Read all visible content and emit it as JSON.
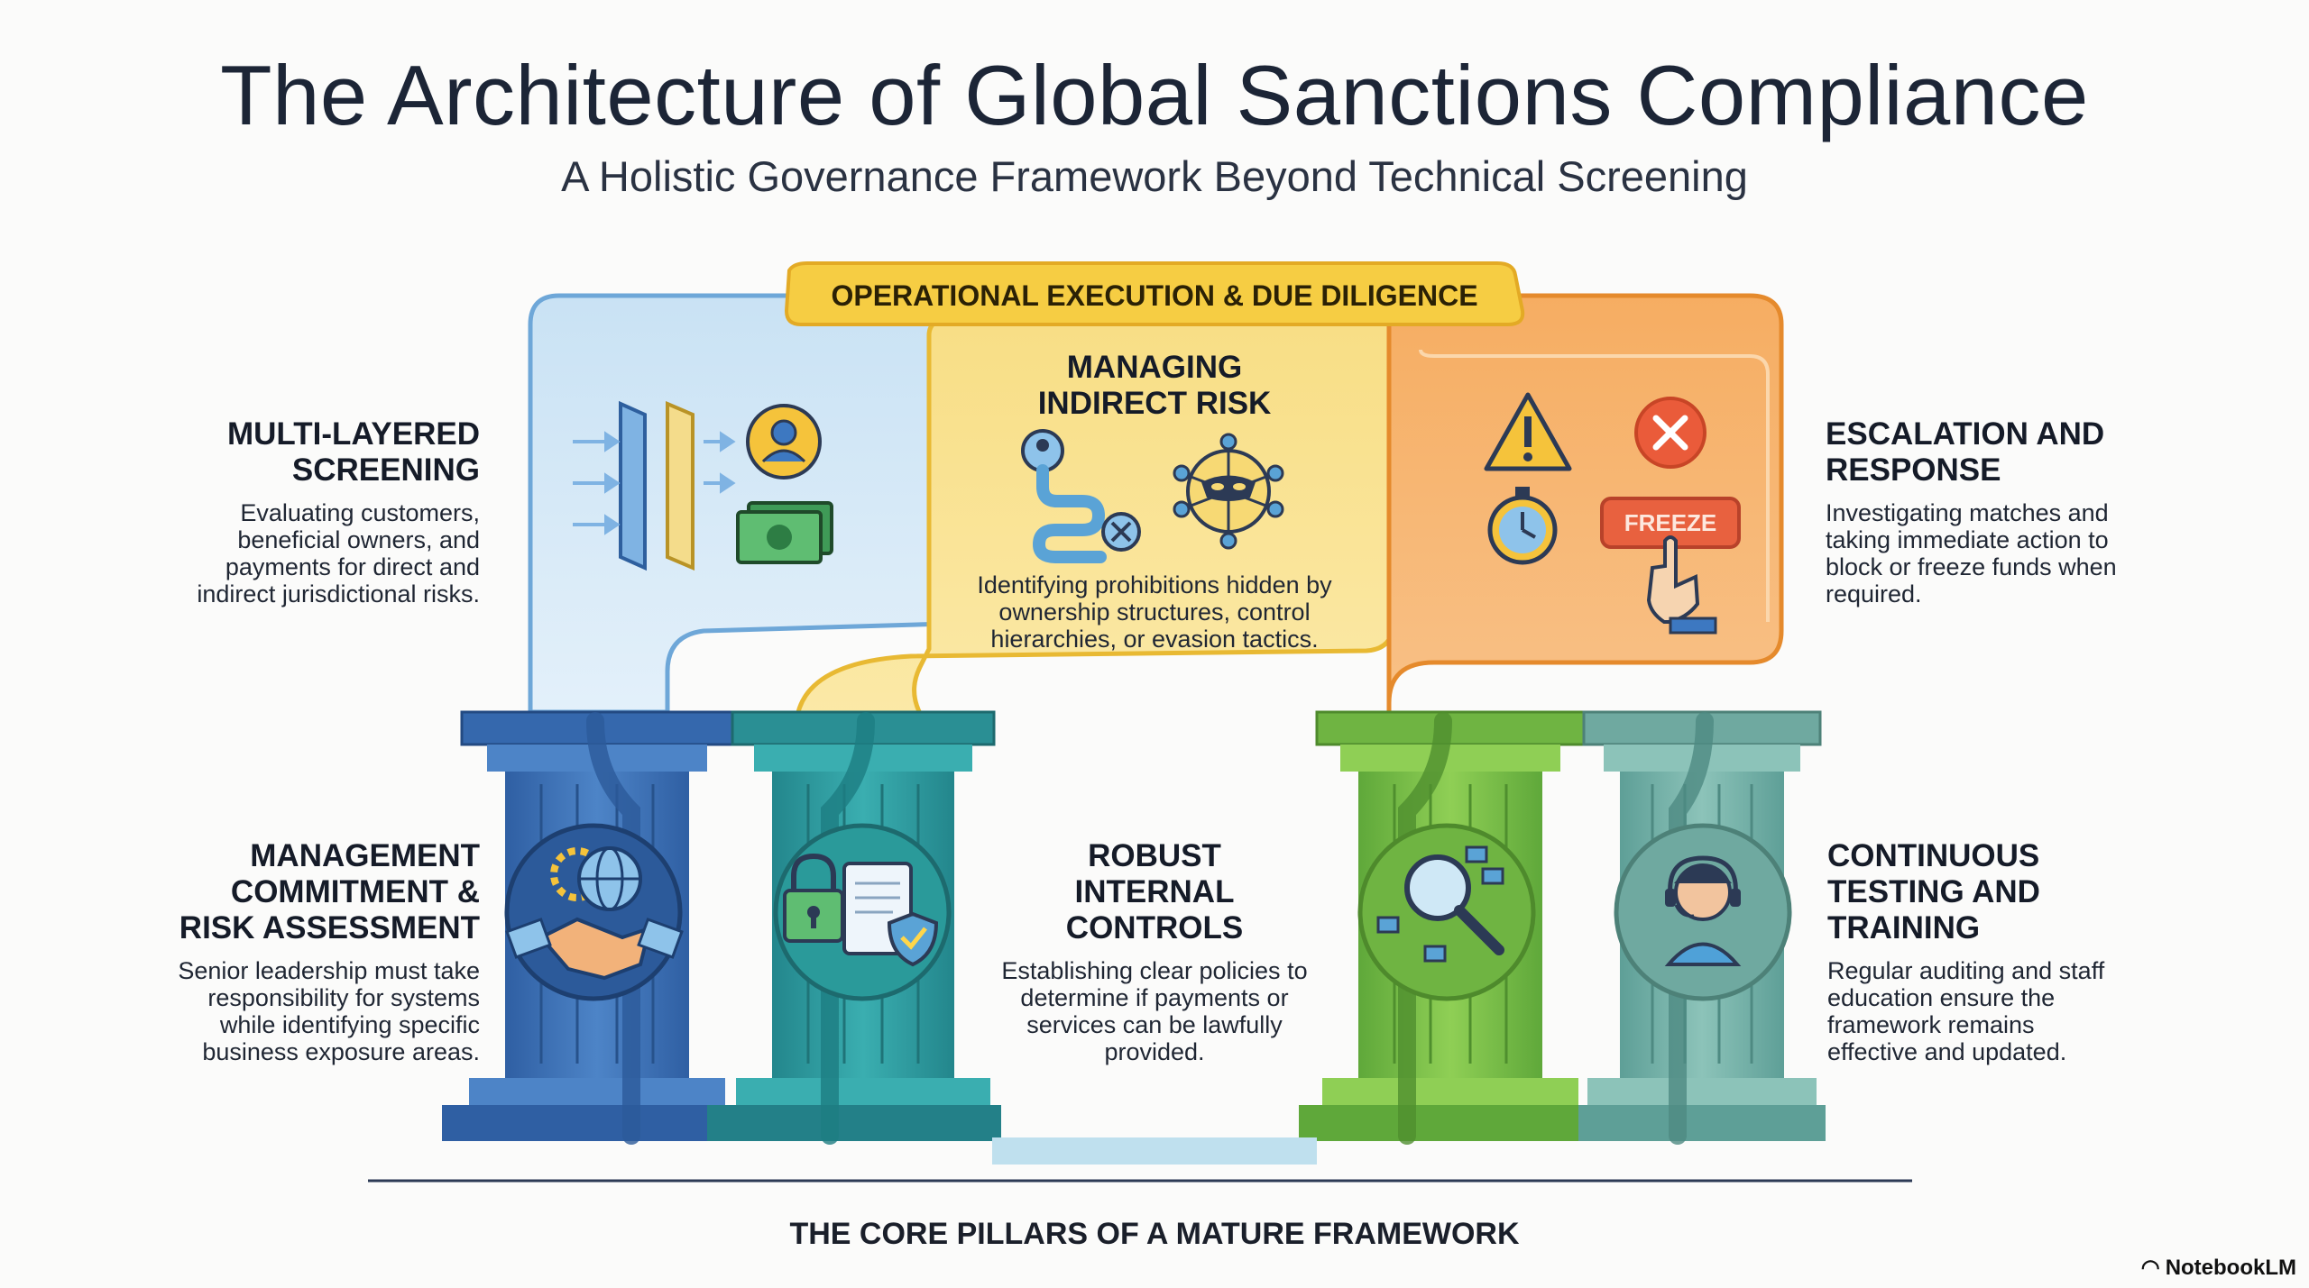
{
  "header": {
    "title": "The Architecture of Global Sanctions Compliance",
    "subtitle": "A Holistic Governance Framework Beyond Technical Screening"
  },
  "operational": {
    "band_label": "OPERATIONAL EXECUTION & DUE DILIGENCE",
    "screening": {
      "title": "MULTI-LAYERED\nSCREENING",
      "body": "Evaluating customers, beneficial owners, and payments for direct and indirect jurisdictional risks."
    },
    "indirect": {
      "title": "MANAGING\nINDIRECT RISK",
      "body": "Identifying prohibitions hidden by ownership structures, control hierarchies, or evasion tactics."
    },
    "escalation": {
      "title": "ESCALATION AND\nRESPONSE",
      "body": "Investigating matches and taking immediate action to block or freeze funds when required.",
      "freeze_label": "FREEZE"
    }
  },
  "pillars": {
    "management": {
      "title": "MANAGEMENT\nCOMMITMENT &\nRISK ASSESSMENT",
      "body": "Senior leadership must take responsibility for systems while identifying specific business exposure areas."
    },
    "controls": {
      "title": "ROBUST\nINTERNAL\nCONTROLS",
      "body": "Establishing clear policies to determine if payments or services can be lawfully provided."
    },
    "testing": {
      "title": "CONTINUOUS\nTESTING AND\nTRAINING",
      "body": "Regular auditing and staff education ensure the framework remains effective and updated."
    }
  },
  "footer": {
    "core_label": "THE CORE PILLARS OF A MATURE FRAMEWORK",
    "brand": "NotebookLM"
  },
  "colors": {
    "blue": "#3f73b8",
    "teal": "#2a9a9a",
    "green": "#7cc043",
    "sage": "#6fb0a4",
    "yellow": "#f6cf4a",
    "orange": "#f5a04a"
  },
  "icons": [
    "filter-layers-icon",
    "user-icon",
    "money-icon",
    "path-user-icon",
    "masked-network-icon",
    "warning-icon",
    "cancel-icon",
    "stopwatch-icon",
    "pointing-hand-icon",
    "globe-gear-icon",
    "handshake-icon",
    "lock-icon",
    "document-shield-icon",
    "magnifier-flow-icon",
    "headset-agent-icon"
  ]
}
